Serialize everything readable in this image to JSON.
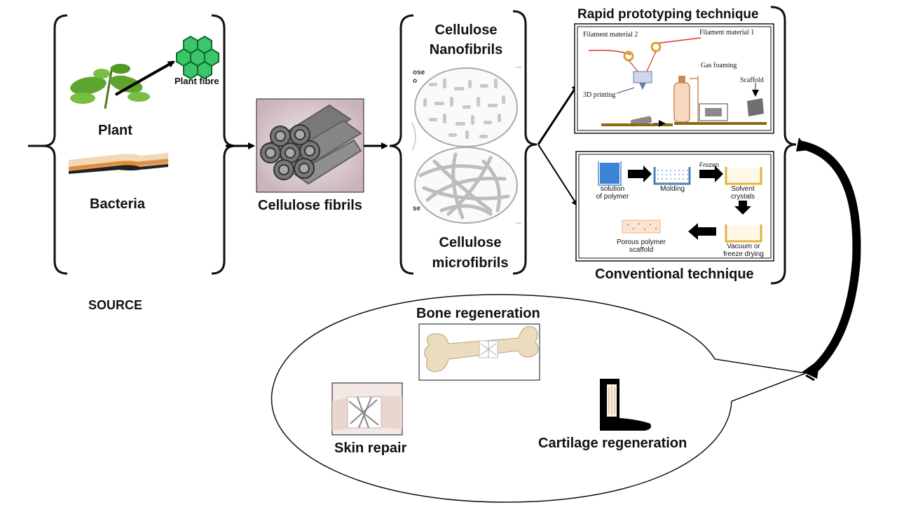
{
  "source": {
    "plant_label": "Plant",
    "plant_fibre_label": "Plant fibre",
    "bacteria_label": "Bacteria",
    "section_label": "SOURCE"
  },
  "fibrils": {
    "label": "Cellulose fibrils"
  },
  "nano_micro": {
    "nanofibrils_line1": "Cellulose",
    "nanofibrils_line2": "Nanofibrils",
    "microfibrils_line1": "Cellulose",
    "microfibrils_line2": "microfibrils",
    "fragment_top_1": "ose",
    "fragment_top_2": "o",
    "fragment_bottom": "se"
  },
  "rapid": {
    "title": "Rapid prototyping technique",
    "filament_2": "Filament material 2",
    "filament_1": "Filament material 1",
    "gas_foaming": "Gas foaming",
    "printing": "3D printing",
    "scaffold": "Scaffold"
  },
  "conventional": {
    "title": "Conventional technique",
    "solution": [
      "solution",
      "of polymer"
    ],
    "molding": "Molding",
    "frozen": "Frozen",
    "solvent": [
      "Solvent",
      "crystals"
    ],
    "porous": [
      "Porous polymer",
      "scaffold"
    ],
    "vacuum": [
      "Vacuum or",
      "freeze drying"
    ]
  },
  "applications": {
    "bone": "Bone regeneration",
    "skin": "Skin repair",
    "cartilage": "Cartilage regeneration"
  }
}
